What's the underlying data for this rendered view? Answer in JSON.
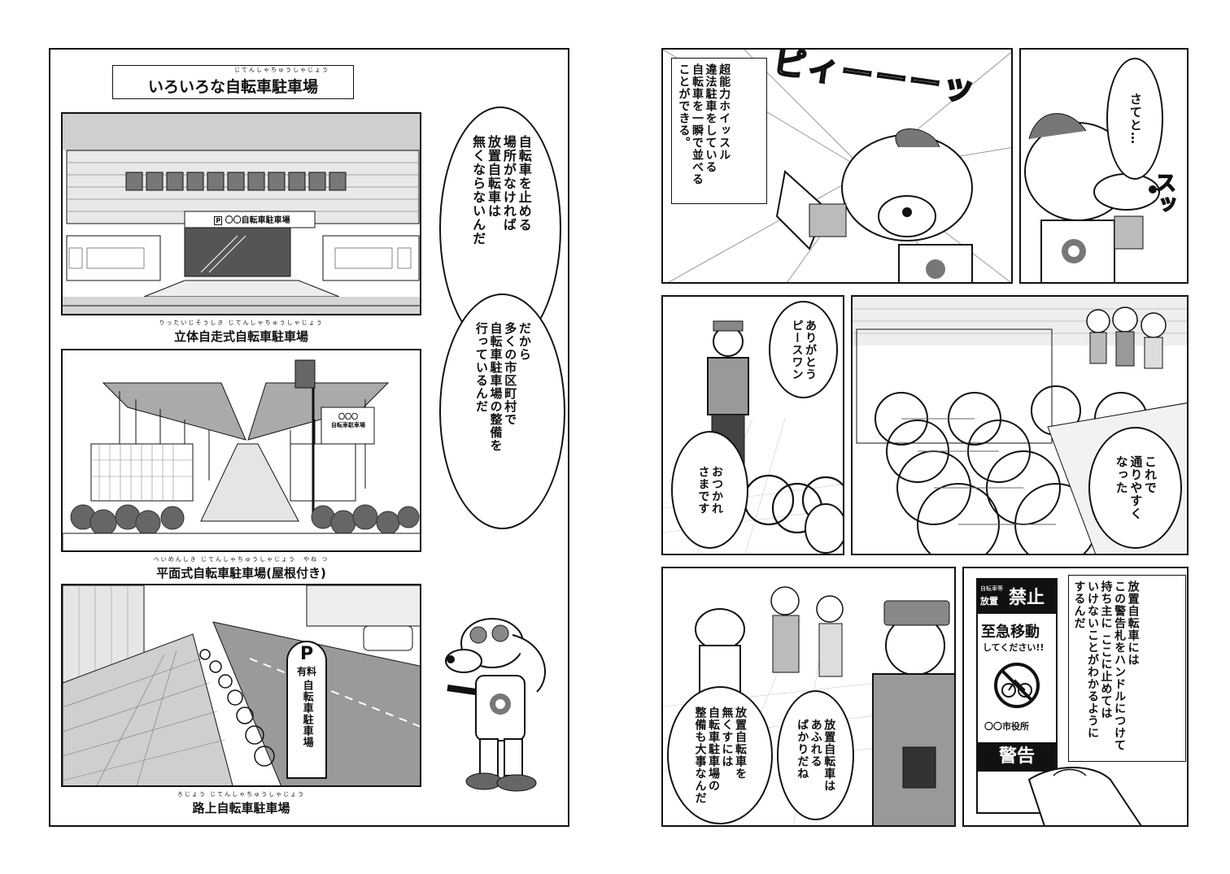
{
  "left_page": {
    "title": "いろいろな自転車駐車場",
    "title_ruby": "じてんしゃちゅうしゃじょう",
    "panel1": {
      "sign_text": "〇〇自転車駐車場",
      "caption": "立体自走式自転車駐車場",
      "caption_ruby": "りったいじそうしき じてんしゃちゅうしゃじょう"
    },
    "panel2": {
      "sign_line1": "〇〇〇",
      "sign_line2": "自転車駐車場",
      "caption": "平面式自転車駐車場(屋根付き)",
      "caption_ruby": "へいめんしき じてんしゃちゅうしゃじょう　やね つ"
    },
    "panel3": {
      "sign_paid": "有料",
      "sign_text": "自転車駐車場",
      "caption": "路上自転車駐車場",
      "caption_ruby": "ろじょう じてんしゃちゅうしゃじょう"
    },
    "balloon_top": [
      "自転車を止める",
      "場所がなければ",
      "放置自転車は",
      "無くならないんだ"
    ],
    "balloon_mid": [
      "だから",
      "多くの市区町村で",
      "自転車駐車場の整備を",
      "行っているんだ"
    ]
  },
  "right_page": {
    "panel1": {
      "sfx": "ピィーーーッ",
      "narration": [
        "超能力ホイッスル",
        "違法駐車をしている",
        "自転車を一瞬で並べる",
        "ことができる。"
      ]
    },
    "panel2": {
      "speech": [
        "さてと…"
      ],
      "sfx": "スッ"
    },
    "panel3": {
      "speech_a": [
        "ありがとう",
        "ピースワン"
      ],
      "speech_b": [
        "おつかれ",
        "さまです"
      ]
    },
    "panel4": {
      "speech": [
        "これで",
        "通りやすく",
        "なった"
      ]
    },
    "panel5": {
      "tag_small": "自転車等",
      "tag_small2": "放置",
      "tag_big": "禁止",
      "tag_move": "至急移動",
      "tag_please": "してください!!",
      "tag_office": "〇〇市役所",
      "tag_bottom": "警告"
    },
    "panel6": {
      "narration": [
        "放置自転車には",
        "この警告札をハンドルにつけて",
        "持ち主に ここに止めては",
        "いけないことがわかるように",
        "するんだ"
      ]
    },
    "panel7": {
      "speech_a": [
        "放置自転車は",
        "あふれる",
        "ばかりだね"
      ],
      "speech_b": [
        "放置自転車を",
        "無くすには",
        "自転車駐車場の",
        "整備も大事なんだ"
      ]
    }
  },
  "colors": {
    "ink": "#111111",
    "screen": "#b8b8b8",
    "paper": "#ffffff"
  }
}
